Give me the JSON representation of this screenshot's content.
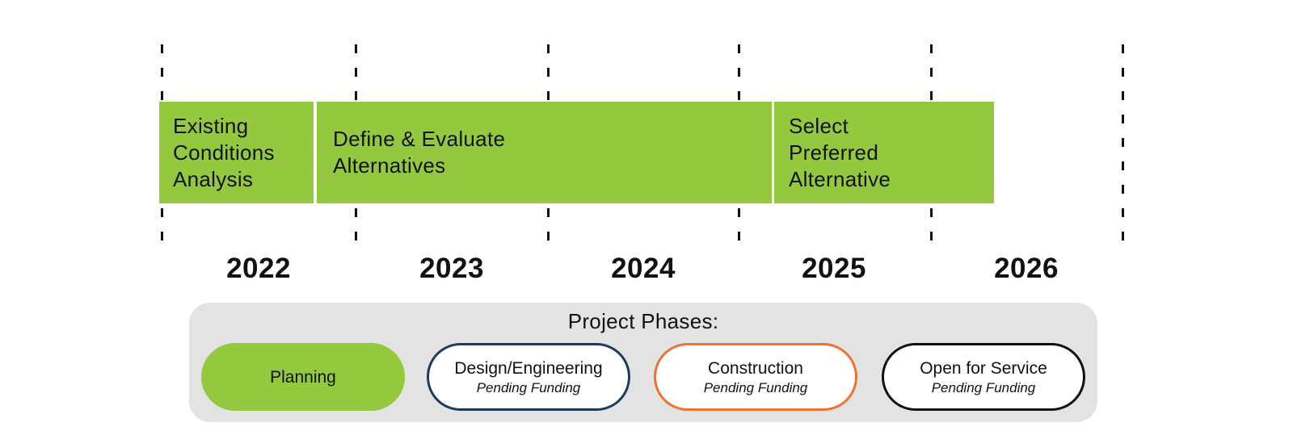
{
  "timeline": {
    "phases": [
      {
        "label_lines": [
          "Existing",
          "Conditions",
          "Analysis"
        ]
      },
      {
        "label_lines": [
          "Define & Evaluate",
          "Alternatives"
        ]
      },
      {
        "label_lines": [
          "Select",
          "Preferred",
          "Alternative"
        ]
      }
    ],
    "years": [
      "2022",
      "2023",
      "2024",
      "2025",
      "2026"
    ],
    "bar_color": "#94c83f"
  },
  "legend": {
    "title": "Project Phases:",
    "items": [
      {
        "label": "Planning",
        "sub": "",
        "fill": "#94c83f",
        "border": "#94c83f"
      },
      {
        "label": "Design/Engineering",
        "sub": "Pending Funding",
        "fill": "#ffffff",
        "border": "#1f3a60"
      },
      {
        "label": "Construction",
        "sub": "Pending Funding",
        "fill": "#ffffff",
        "border": "#ee7330"
      },
      {
        "label": "Open for Service",
        "sub": "Pending Funding",
        "fill": "#ffffff",
        "border": "#111111"
      }
    ]
  }
}
